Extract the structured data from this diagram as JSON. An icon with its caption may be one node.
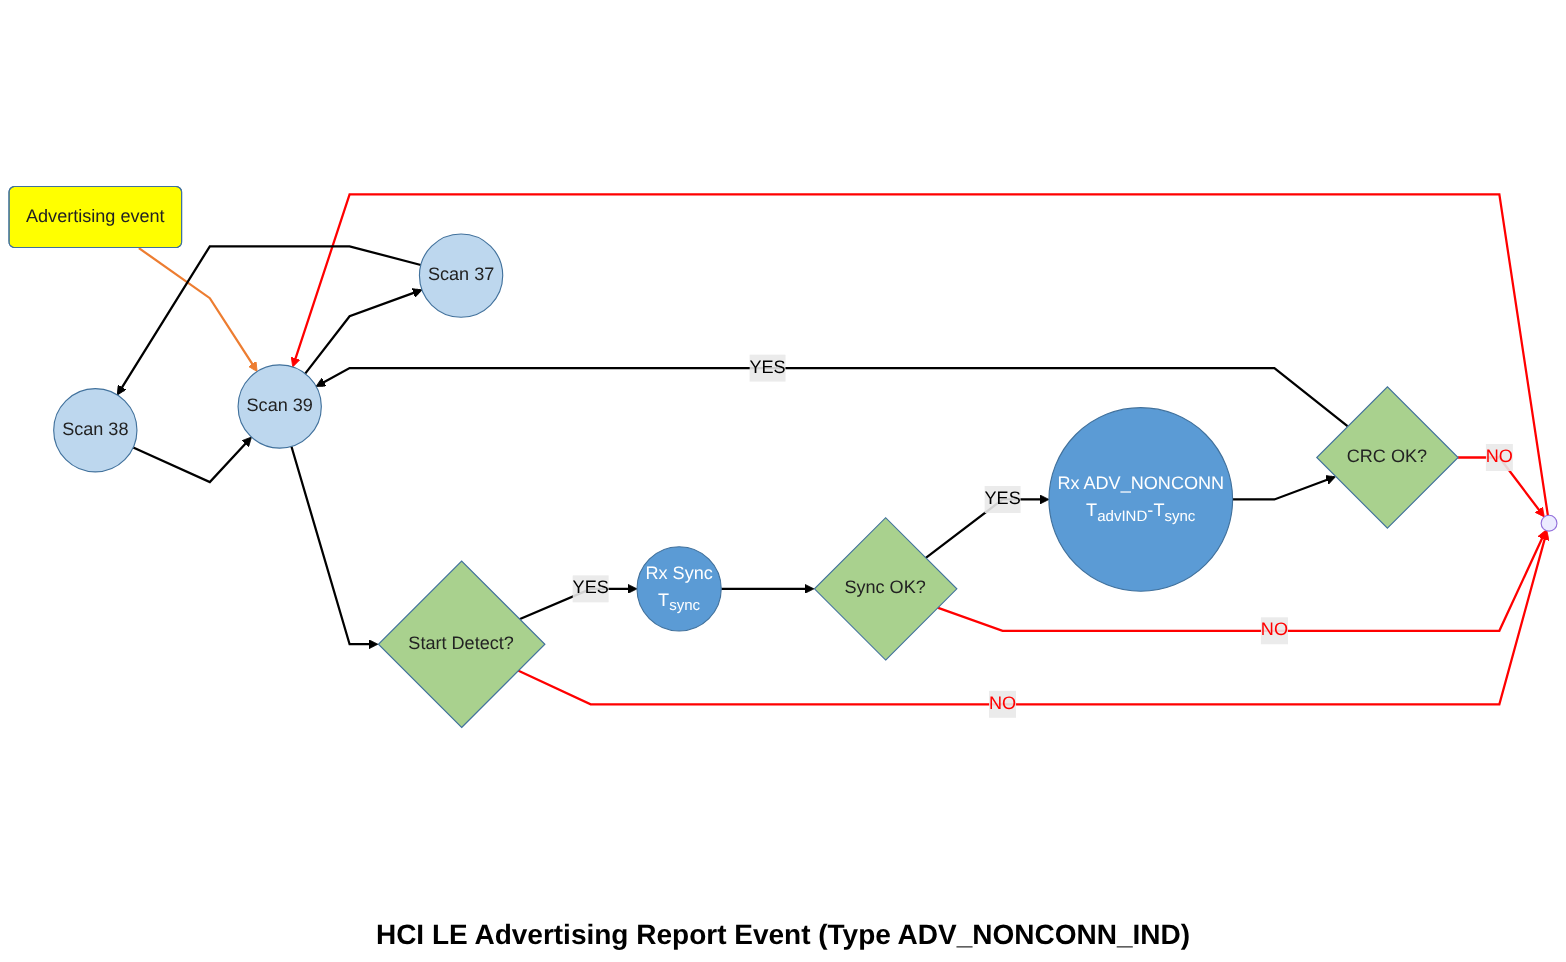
{
  "diagram": {
    "nodes": [
      {
        "text": [
          "Scan 38"
        ]
      },
      {
        "text": [
          "Advertising event"
        ]
      },
      {
        "text": [
          "Scan 39"
        ]
      },
      {
        "text": [
          "Start Detect?"
        ]
      },
      {
        "text": [
          "Rx Sync",
          "T$_{sync}$"
        ]
      },
      {
        "text": [
          "Sync OK?"
        ]
      },
      {
        "text": [
          "Rx ADV_NONCONN",
          "T$_{advIND}$-T$_{sync}$"
        ]
      },
      {
        "text": [
          "CRC OK?"
        ]
      },
      {
        "text": [
          "Scan 37"
        ]
      },
      {
        "text": [],
        "shape": "circle"
      }
    ],
    "edges": [
      {
        "from": 0,
        "to": 2,
        "arrow": "to"
      },
      {
        "from": 1,
        "to": 2,
        "arrow": "to",
        "color": "#ed7d31"
      },
      {
        "from": 2,
        "to": 3,
        "arrow": "to"
      },
      {
        "from": 3,
        "to": 4,
        "arrow": "to",
        "label": "YES"
      },
      {
        "from": 4,
        "to": 5,
        "arrow": "to"
      },
      {
        "from": 5,
        "to": 6,
        "arrow": "to",
        "label": "YES"
      },
      {
        "from": 6,
        "to": 7,
        "arrow": "to"
      },
      {
        "from": 7,
        "to": 2,
        "arrow": "to",
        "label": "YES"
      },
      {
        "from": 3,
        "to": 9,
        "arrow": "to",
        "label": "NO",
        "color": "#ff0000"
      },
      {
        "from": 5,
        "to": 9,
        "arrow": "to",
        "label": "NO",
        "color": "#ff0000"
      },
      {
        "from": 7,
        "to": 9,
        "arrow": "to",
        "label": "NO",
        "color": "#ff0000"
      },
      {
        "from": 9,
        "to": 2,
        "arrow": "to",
        "color": "#ff0000"
      },
      {
        "from": 2,
        "to": 8,
        "arrow": "to"
      },
      {
        "from": 8,
        "to": 0,
        "arrow": "to"
      }
    ],
    "labels": [
      "HCI LE Advertising Report Event (Type ADV_NONCONN_IND)"
    ]
  }
}
